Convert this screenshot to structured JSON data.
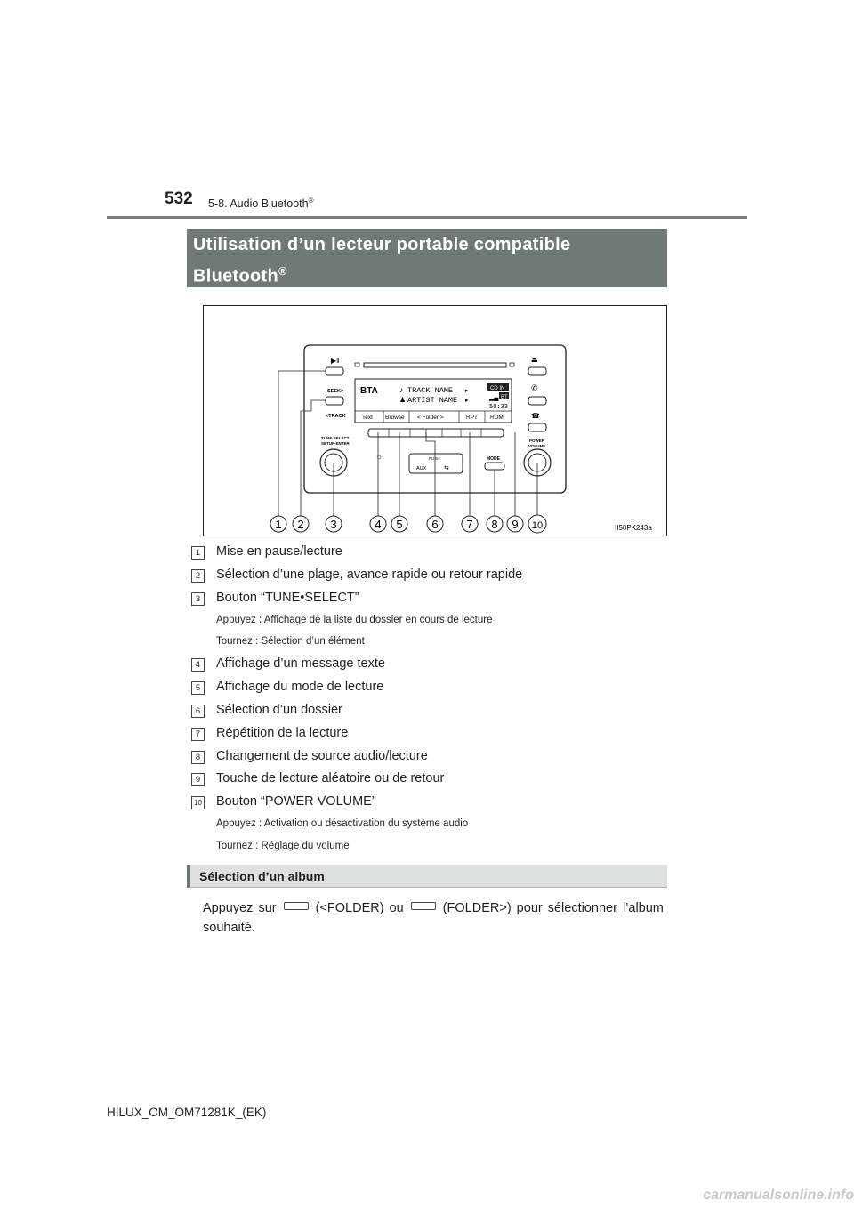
{
  "header": {
    "page_number": "532",
    "section": "5-8. Audio Bluetooth",
    "section_sup": "®"
  },
  "title": {
    "line1": "Utilisation d’un lecteur portable compatible",
    "line2": "Bluetooth",
    "sup": "®"
  },
  "figure": {
    "code": "II50PK243a",
    "display": {
      "source": "BTA",
      "track": "TRACK NAME",
      "artist": "ARTIST NAME",
      "cd_in": "CD IN",
      "bt": "BT",
      "time": "50:33",
      "softkeys": [
        "Text",
        "Browse",
        "< Folder >",
        "RPT",
        "RDM"
      ]
    },
    "labels": {
      "seek": "SEEK>",
      "track": "<TRACK",
      "tune_select_1": "TUNE·SELECT",
      "tune_select_2": "SETUP·ENTER",
      "push": "PUSH",
      "aux": "AUX",
      "mode": "MODE",
      "power_1": "POWER",
      "power_2": "VOLUME"
    },
    "callouts": [
      "1",
      "2",
      "3",
      "4",
      "5",
      "6",
      "7",
      "8",
      "9",
      "10"
    ]
  },
  "items": [
    {
      "num": "1",
      "text": "Mise en pause/lecture"
    },
    {
      "num": "2",
      "text": "Sélection d’une plage, avance rapide ou retour rapide"
    },
    {
      "num": "3",
      "text": "Bouton “TUNE•SELECT”"
    },
    {
      "num": "4",
      "text": "Affichage d’un message texte"
    },
    {
      "num": "5",
      "text": "Affichage du mode de lecture"
    },
    {
      "num": "6",
      "text": "Sélection d’un dossier"
    },
    {
      "num": "7",
      "text": "Répétition de la lecture"
    },
    {
      "num": "8",
      "text": "Changement de source audio/lecture"
    },
    {
      "num": "9",
      "text": "Touche de lecture aléatoire ou de retour"
    },
    {
      "num": "10",
      "text": "Bouton “POWER VOLUME”"
    }
  ],
  "sub_notes": {
    "tune_press": "Appuyez : Affichage de la liste du dossier en cours de lecture",
    "tune_turn": "Tournez : Sélection d’un élément",
    "power_press": "Appuyez : Activation ou désactivation du système audio",
    "power_turn": "Tournez : Réglage du volume"
  },
  "album_section": {
    "heading": "Sélection d’un album",
    "line1_a": "Appuyez sur",
    "line1_b": "(<FOLDER) ou",
    "line1_c": "(FOLDER>) pour sélectionner l’album",
    "line2": "souhaité."
  },
  "footer": "HILUX_OM_OM71281K_(EK)",
  "watermark": "carmanualsonline.info"
}
